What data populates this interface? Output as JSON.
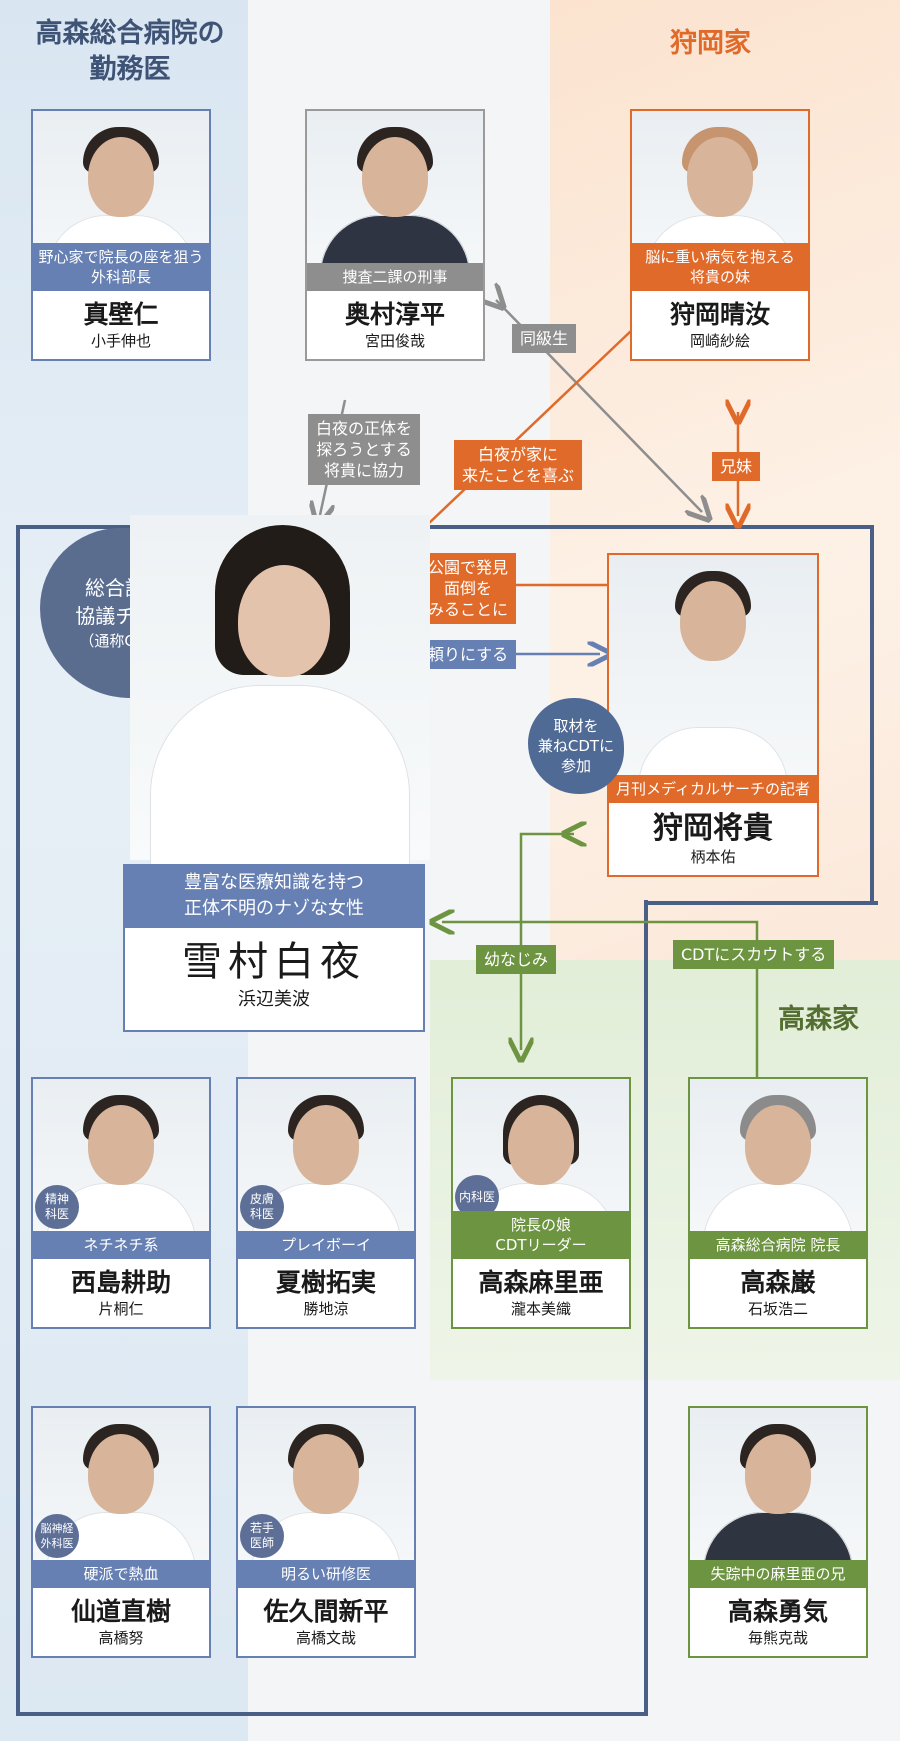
{
  "groups": {
    "hospital": "高森総合病院の\n勤務医",
    "karioka": "狩岡家",
    "takamori": "高森家",
    "cdt": {
      "line1": "総合診断",
      "line2": "協議チーム",
      "line3": "（通称CDT）"
    }
  },
  "characters": {
    "makabe": {
      "role": "野心家で院長の座を狙う\n外科部長",
      "name": "真壁仁",
      "actor": "小手伸也"
    },
    "okumura": {
      "role": "捜査二課の刑事",
      "name": "奥村淳平",
      "actor": "宮田俊哉"
    },
    "haruna": {
      "role": "脳に重い病気を抱える\n将貴の妹",
      "name": "狩岡晴汝",
      "actor": "岡崎紗絵"
    },
    "masaki": {
      "role": "月刊メディカルサーチの記者",
      "name": "狩岡将貴",
      "actor": "柄本佑"
    },
    "byakuya": {
      "role": "豊富な医療知識を持つ\n正体不明のナゾな女性",
      "name": "雪村白夜",
      "actor": "浜辺美波"
    },
    "nishijima": {
      "badge": "精神\n科医",
      "role": "ネチネチ系",
      "name": "西島耕助",
      "actor": "片桐仁"
    },
    "natsuki": {
      "badge": "皮膚\n科医",
      "role": "プレイボーイ",
      "name": "夏樹拓実",
      "actor": "勝地涼"
    },
    "mariya": {
      "badge": "内科医",
      "role": "院長の娘\nCDTリーダー",
      "name": "高森麻里亜",
      "actor": "瀧本美織"
    },
    "iwao": {
      "role": "高森総合病院 院長",
      "name": "高森巌",
      "actor": "石坂浩二"
    },
    "sendo": {
      "badge": "脳神経\n外科医",
      "role": "硬派で熱血",
      "name": "仙道直樹",
      "actor": "高橋努"
    },
    "sakuma": {
      "badge": "若手\n医師",
      "role": "明るい研修医",
      "name": "佐久間新平",
      "actor": "高橋文哉"
    },
    "yuki": {
      "role": "失踪中の麻里亜の兄",
      "name": "高森勇気",
      "actor": "毎熊克哉"
    }
  },
  "relations": {
    "classmates": "同級生",
    "okumura_help": "白夜の正体を\n探ろうとする\n将貴に協力",
    "haruna_happy": "白夜が家に\n来たことを喜ぶ",
    "siblings": "兄妹",
    "park_found": "公園で発見\n面倒を\nみることに",
    "rely": "頼りにする",
    "interview": "取材を\n兼ねCDTに\n参加",
    "childhood": "幼なじみ",
    "scout": "CDTにスカウトする"
  },
  "colors": {
    "hospital_blue": "#6680b3",
    "karioka_orange": "#e06a2a",
    "takamori_green": "#6d9440",
    "neutral_gray": "#8e8e8e",
    "cdt_border": "#4a5f86"
  }
}
